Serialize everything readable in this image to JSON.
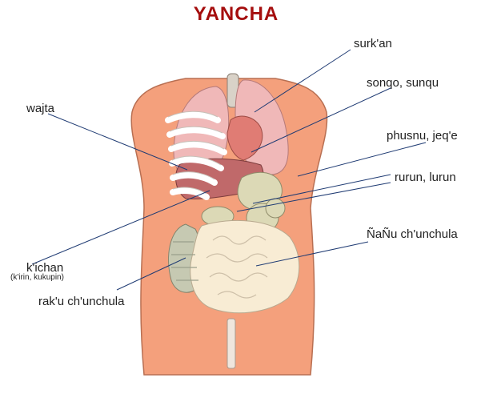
{
  "title": "YANCHA",
  "colors": {
    "title": "#a50e0e",
    "skin": "#f4a07c",
    "skin_outline": "#b86f52",
    "lung": "#f0b8b8",
    "heart": "#e07c74",
    "liver": "#c0696a",
    "stomach": "#dcd9b6",
    "intestine": "#f8ecd4",
    "colon": "#c6c9b2",
    "ribs": "#ffffff",
    "leader": "#1f3b73"
  },
  "labels": {
    "heart": "surk'an",
    "lungs": "sonqo, sunqu",
    "liver": "wajta",
    "spleen": "phusnu, jeq'e",
    "kidney": "rurun, lurun",
    "small_intestine": "ÑaÑu ch'unchula",
    "stomach": "k'ichan",
    "stomach_alt": "(k'irin, kukupin)",
    "large_intestine": "rak'u ch'unchula"
  }
}
